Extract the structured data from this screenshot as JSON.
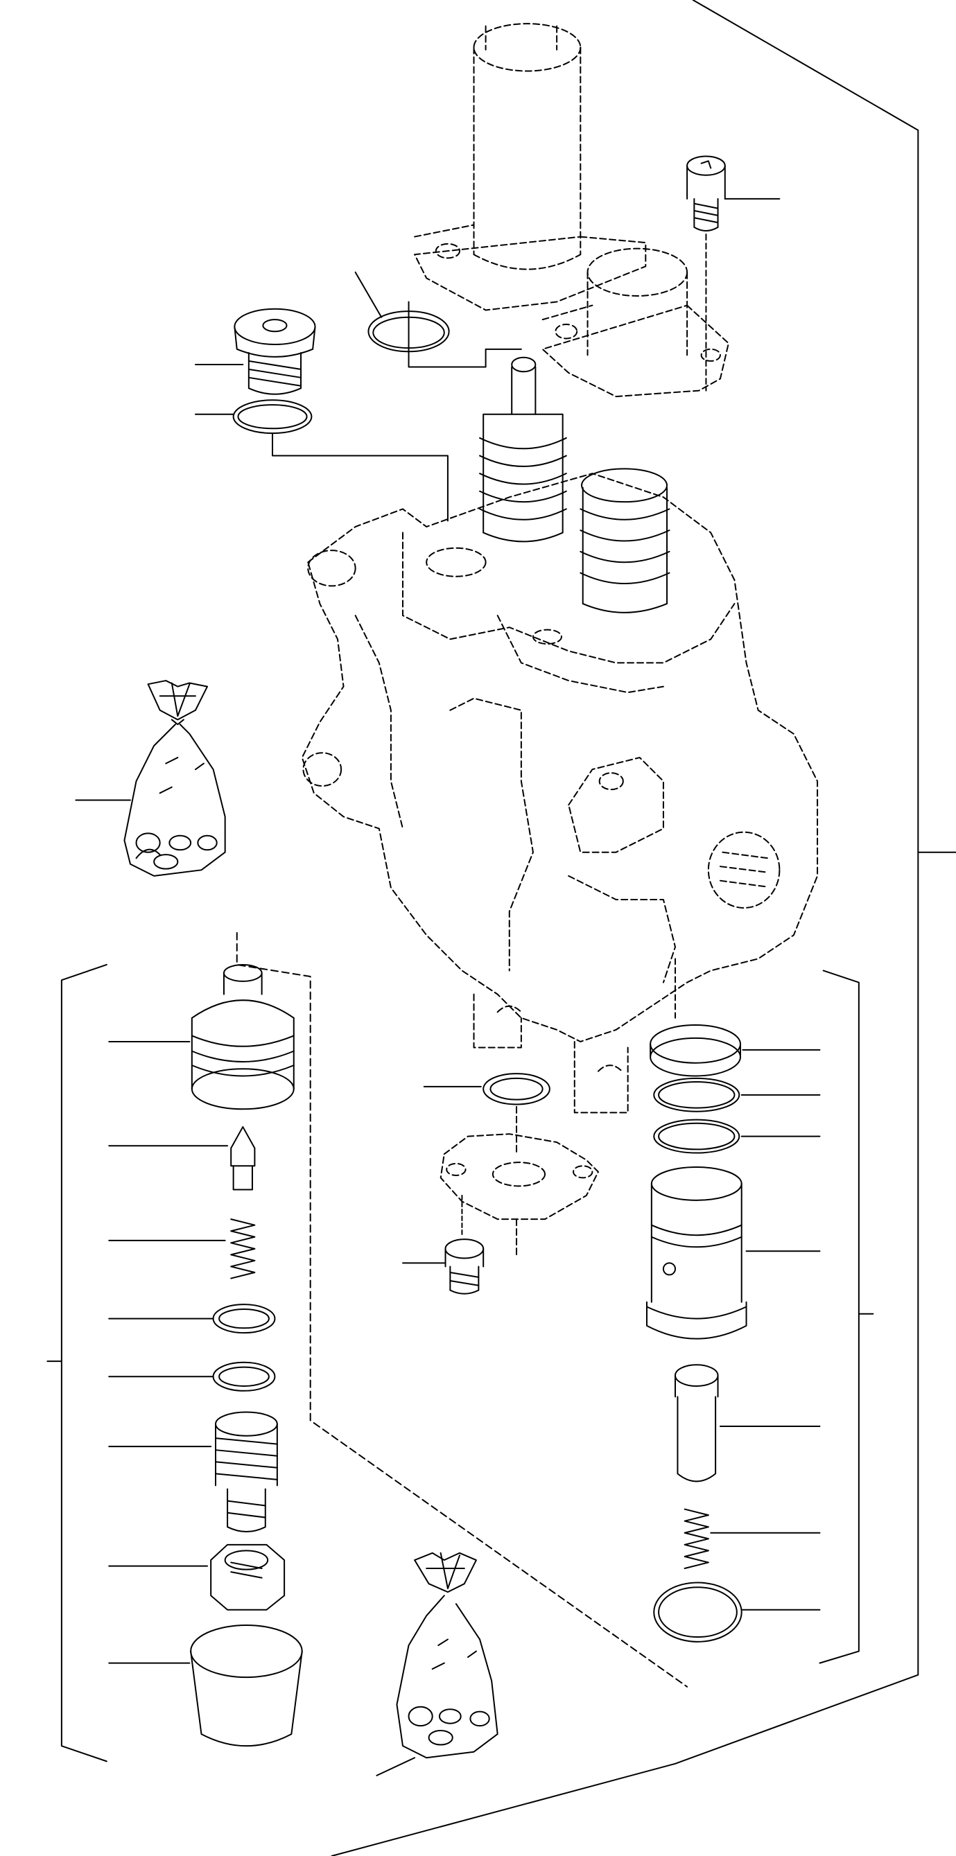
{
  "diagram": {
    "kind": "exploded-parts-drawing",
    "line_color": "#000000",
    "background": "#ffffff",
    "printed_text": [],
    "parts": [
      {
        "id": "cover-tube",
        "icon": "cylinder-icon"
      },
      {
        "id": "cap-screw-top",
        "icon": "screw-icon"
      },
      {
        "id": "o-ring-top",
        "icon": "o-ring-icon"
      },
      {
        "id": "plug-top",
        "icon": "plug-icon"
      },
      {
        "id": "o-ring-plug",
        "icon": "o-ring-icon"
      },
      {
        "id": "valve-body",
        "icon": "valve-body-icon"
      },
      {
        "id": "spool-spring-assembly",
        "icon": "spring-icon"
      },
      {
        "id": "seal-kit-bag-left",
        "icon": "bag-icon"
      },
      {
        "id": "seal-kit-bag-bottom",
        "icon": "bag-icon"
      },
      {
        "id": "relief-valve-body",
        "icon": "valve-cap-icon"
      },
      {
        "id": "poppet",
        "icon": "poppet-icon"
      },
      {
        "id": "spring-left",
        "icon": "spring-icon"
      },
      {
        "id": "o-ring-left-1",
        "icon": "o-ring-icon"
      },
      {
        "id": "o-ring-left-2",
        "icon": "o-ring-icon"
      },
      {
        "id": "adjusting-screw",
        "icon": "screw-icon"
      },
      {
        "id": "lock-nut",
        "icon": "nut-icon"
      },
      {
        "id": "protective-cap",
        "icon": "cap-icon"
      },
      {
        "id": "o-ring-center",
        "icon": "o-ring-icon"
      },
      {
        "id": "flange-plate",
        "icon": "flange-icon"
      },
      {
        "id": "cap-screw-center",
        "icon": "screw-icon"
      },
      {
        "id": "backup-ring-right",
        "icon": "ring-icon"
      },
      {
        "id": "o-ring-right-1",
        "icon": "o-ring-icon"
      },
      {
        "id": "o-ring-right-2",
        "icon": "o-ring-icon"
      },
      {
        "id": "check-valve-sleeve",
        "icon": "sleeve-icon"
      },
      {
        "id": "check-poppet",
        "icon": "poppet-icon"
      },
      {
        "id": "spring-right",
        "icon": "spring-icon"
      },
      {
        "id": "o-ring-right-3",
        "icon": "o-ring-icon"
      }
    ]
  }
}
